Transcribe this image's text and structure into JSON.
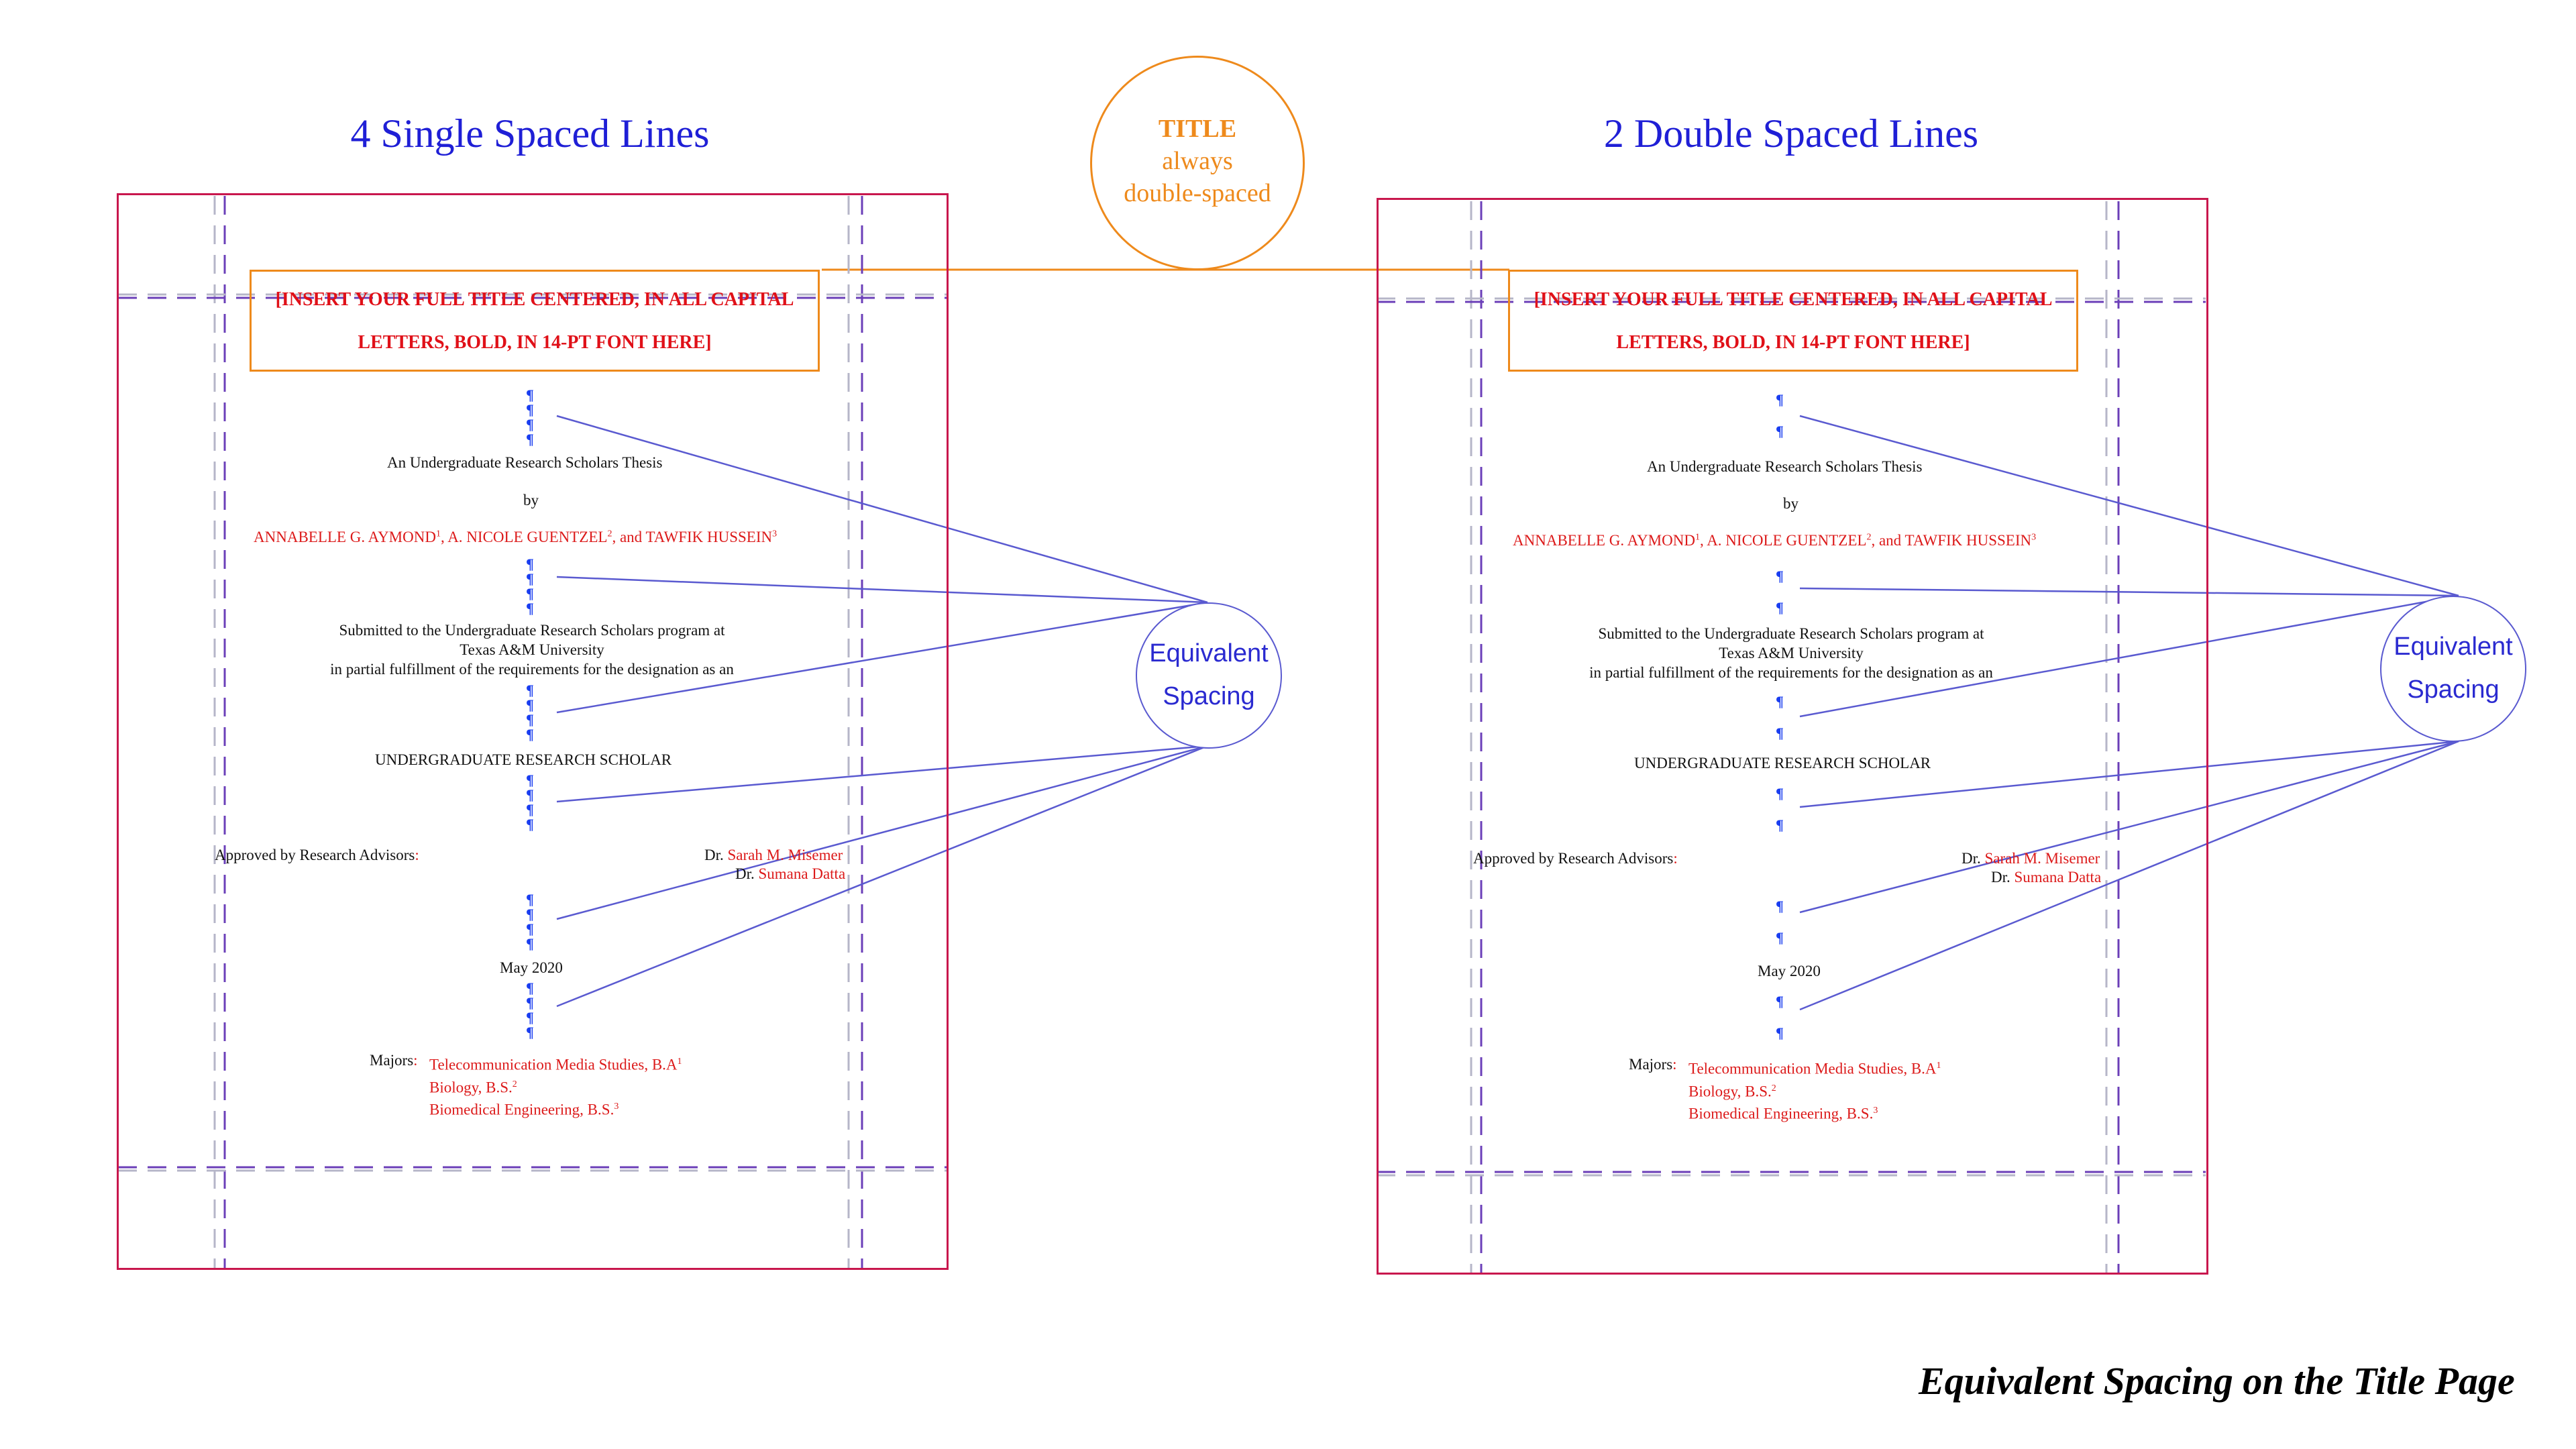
{
  "callout": {
    "line1": "TITLE",
    "line2": "always",
    "line3": "double-spaced"
  },
  "panels": [
    {
      "heading": "4 Single Spaced Lines",
      "title_line1": "[INSERT YOUR FULL TITLE CENTERED, IN ALL CAPITAL",
      "title_line2": "LETTERS, BOLD, IN 14-PT FONT HERE]",
      "thesis": "An Undergraduate Research Scholars Thesis",
      "by": "by",
      "authors": {
        "a1": "ANNABELLE G. AYMOND",
        "s1": "1",
        "a2": ", A. NICOLE GUENTZEL",
        "s2": "2",
        "a3": ", and TAWFIK HUSSEIN",
        "s3": "3"
      },
      "submitted1": "Submitted to the Undergraduate Research Scholars program at",
      "submitted2": "Texas A&M University",
      "submitted3": "in partial fulfillment of the requirements for the designation as an",
      "designation": "UNDERGRADUATE RESEARCH SCHOLAR",
      "approved": "Approved by Research Advisors",
      "colon": ":",
      "advisor1_prefix": "Dr. ",
      "advisor1": "Sarah M. Misemer",
      "advisor2_prefix": "Dr. ",
      "advisor2": "Sumana Datta",
      "date": "May 2020",
      "majors_label": "Majors",
      "majors": [
        {
          "name": "Telecommunication Media Studies, B.A",
          "sup": "1"
        },
        {
          "name": "Biology, B.S.",
          "sup": "2"
        },
        {
          "name": "Biomedical Engineering, B.S.",
          "sup": "3"
        }
      ],
      "equivalent1": "Equivalent",
      "equivalent2": "Spacing",
      "pilcrow": "¶"
    },
    {
      "heading": "2 Double Spaced Lines",
      "title_line1": "[INSERT YOUR FULL TITLE CENTERED, IN ALL CAPITAL",
      "title_line2": "LETTERS, BOLD, IN 14-PT FONT HERE]",
      "thesis": "An Undergraduate Research Scholars Thesis",
      "by": "by",
      "authors": {
        "a1": "ANNABELLE G. AYMOND",
        "s1": "1",
        "a2": ", A. NICOLE GUENTZEL",
        "s2": "2",
        "a3": ", and TAWFIK HUSSEIN",
        "s3": "3"
      },
      "submitted1": "Submitted to the Undergraduate Research Scholars program at",
      "submitted2": "Texas A&M University",
      "submitted3": "in partial fulfillment of the requirements for the designation as an",
      "designation": "UNDERGRADUATE RESEARCH SCHOLAR",
      "approved": "Approved by Research Advisors",
      "colon": ":",
      "advisor1_prefix": "Dr. ",
      "advisor1": "Sarah M. Misemer",
      "advisor2_prefix": "Dr. ",
      "advisor2": "Sumana Datta",
      "date": "May 2020",
      "majors_label": "Majors",
      "majors": [
        {
          "name": "Telecommunication Media Studies, B.A",
          "sup": "1"
        },
        {
          "name": "Biology, B.S.",
          "sup": "2"
        },
        {
          "name": "Biomedical Engineering, B.S.",
          "sup": "3"
        }
      ],
      "equivalent1": "Equivalent",
      "equivalent2": "Spacing",
      "pilcrow": "¶"
    }
  ],
  "caption": "Equivalent Spacing on the Title Page",
  "colors": {
    "page_border": "#c8174d",
    "title_accent": "#ee8a1c",
    "required_text": "#dc1a1a",
    "pilcrow": "#1a3ef0",
    "connector": "#5a5ad0"
  }
}
